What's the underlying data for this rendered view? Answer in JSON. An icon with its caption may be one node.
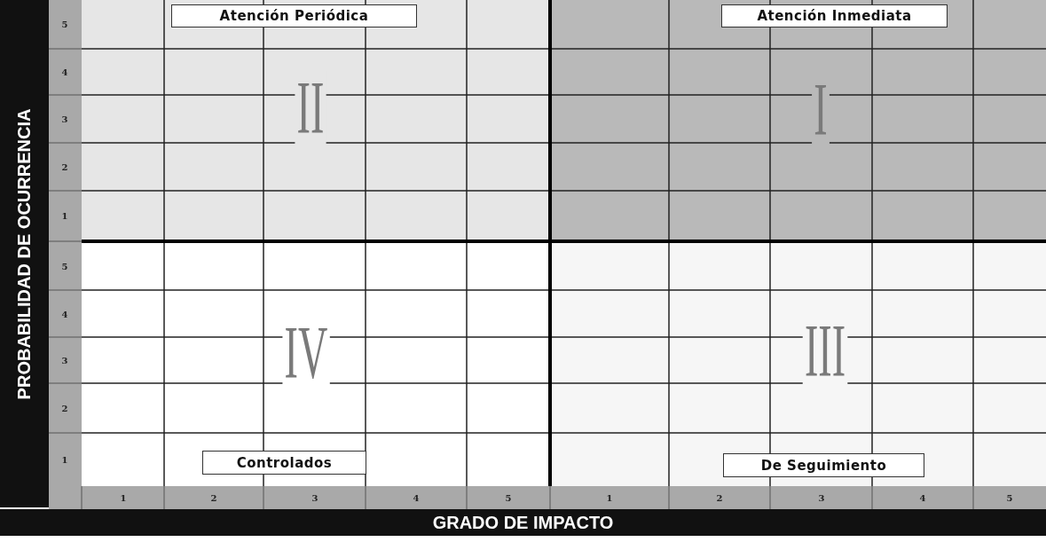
{
  "diagram": {
    "nodes": [
      {
        "text": [
          "II"
        ]
      },
      {
        "text": [
          "Atención Periódica"
        ],
        "in": 0
      },
      {
        "text": [
          "I"
        ]
      },
      {
        "text": [
          "Atención Inmediata"
        ],
        "in": 2
      },
      {
        "text": [
          "IV"
        ]
      },
      {
        "text": [
          "Controlados"
        ],
        "in": 4
      },
      {
        "text": [
          "III"
        ]
      },
      {
        "text": [
          "De Seguimiento"
        ],
        "in": 6
      }
    ],
    "labels": [
      "PROBABILIDAD DE OCURRENCIA",
      "5",
      "4",
      "3",
      "2",
      "1",
      "5",
      "4",
      "3",
      "2",
      "1",
      "1",
      "2",
      "3",
      "4",
      "5",
      "1",
      "2",
      "3",
      "4",
      "5",
      "GRADO DE IMPACTO"
    ]
  }
}
